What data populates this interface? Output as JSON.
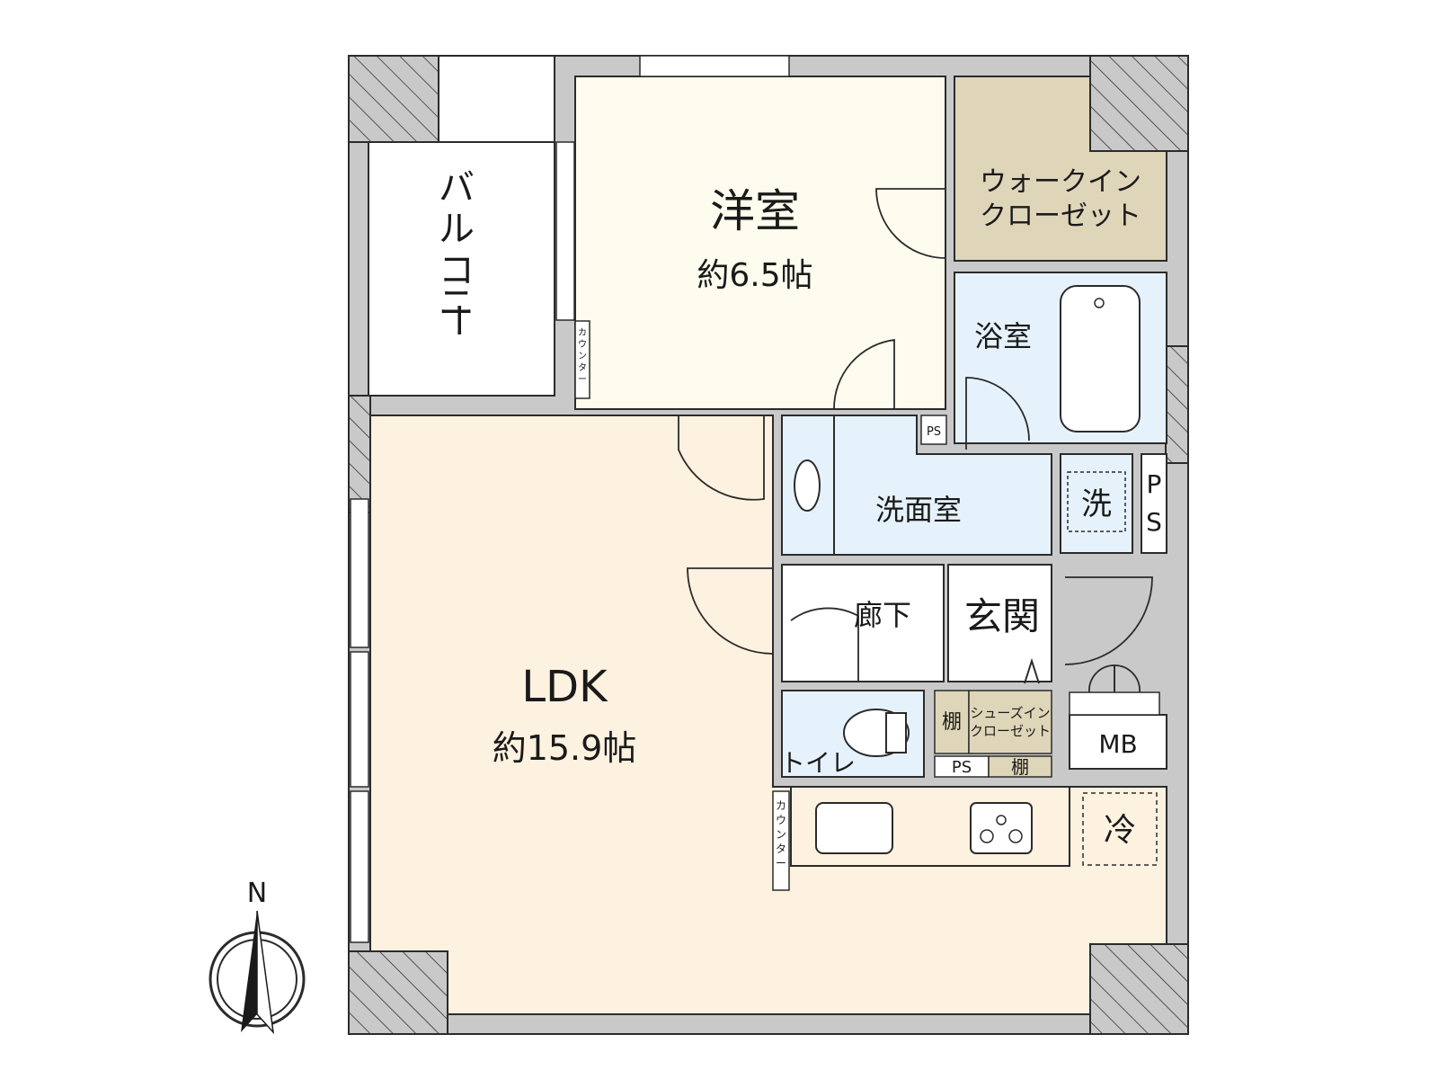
{
  "rooms": {
    "balcony": "バルコニー",
    "western_room": {
      "name": "洋室",
      "size": "約6.5帖"
    },
    "walk_in_closet": {
      "line1": "ウォークイン",
      "line2": "クローゼット"
    },
    "bathroom": "浴室",
    "washroom": "洗面室",
    "washer": "洗",
    "ps_right_1": "P",
    "ps_right_2": "S",
    "ps_small_top": "PS",
    "hallway": "廊下",
    "entrance": "玄関",
    "toilet": "トイレ",
    "shelf_1": "棚",
    "shelf_2": "棚",
    "shoe_closet": {
      "line1": "シューズイン",
      "line2": "クローゼット"
    },
    "ps_small_bottom": "PS",
    "meter_box": "MB",
    "ldk": {
      "name": "LDK",
      "size": "約15.9帖"
    },
    "fridge": "冷",
    "counter_upper": [
      "カ",
      "ウ",
      "ン",
      "タ",
      "ー"
    ],
    "counter_lower": [
      "カ",
      "ウ",
      "ン",
      "タ",
      "ー"
    ]
  },
  "compass": {
    "label": "N"
  },
  "colors": {
    "western_room": "#fdfcee",
    "ldk": "#fdf1e0",
    "closet": "#dfd5b9",
    "wet_area": "#e6f2fb",
    "wall": "#c9c9c9"
  }
}
